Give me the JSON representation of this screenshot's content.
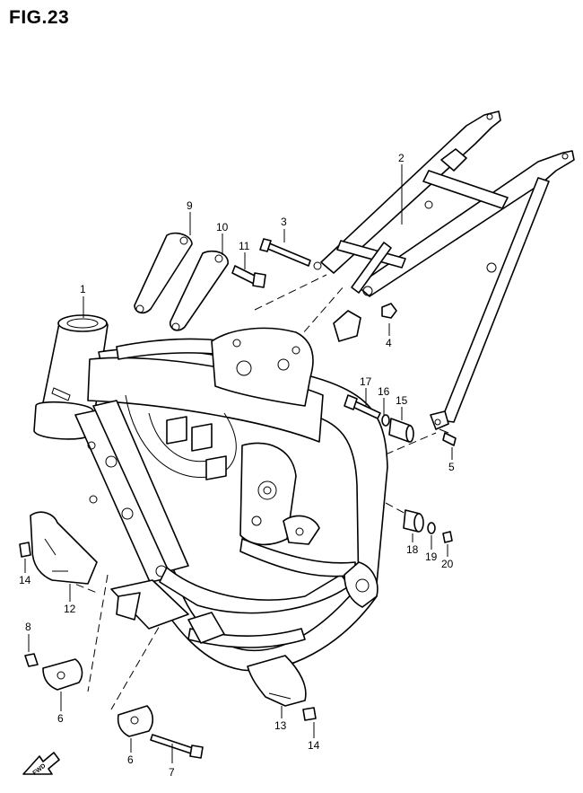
{
  "title": "FIG.23",
  "fwd_label": "FWD",
  "callouts": [
    {
      "id": "c1",
      "text": "1"
    },
    {
      "id": "c2",
      "text": "2"
    },
    {
      "id": "c3",
      "text": "3"
    },
    {
      "id": "c4",
      "text": "4"
    },
    {
      "id": "c5",
      "text": "5"
    },
    {
      "id": "c6a",
      "text": "6"
    },
    {
      "id": "c6b",
      "text": "6"
    },
    {
      "id": "c7",
      "text": "7"
    },
    {
      "id": "c8",
      "text": "8"
    },
    {
      "id": "c9",
      "text": "9"
    },
    {
      "id": "c10",
      "text": "10"
    },
    {
      "id": "c11",
      "text": "11"
    },
    {
      "id": "c12",
      "text": "12"
    },
    {
      "id": "c13",
      "text": "13"
    },
    {
      "id": "c14a",
      "text": "14"
    },
    {
      "id": "c14b",
      "text": "14"
    },
    {
      "id": "c15",
      "text": "15"
    },
    {
      "id": "c16",
      "text": "16"
    },
    {
      "id": "c17",
      "text": "17"
    },
    {
      "id": "c18",
      "text": "18"
    },
    {
      "id": "c19",
      "text": "19"
    },
    {
      "id": "c20",
      "text": "20"
    }
  ]
}
